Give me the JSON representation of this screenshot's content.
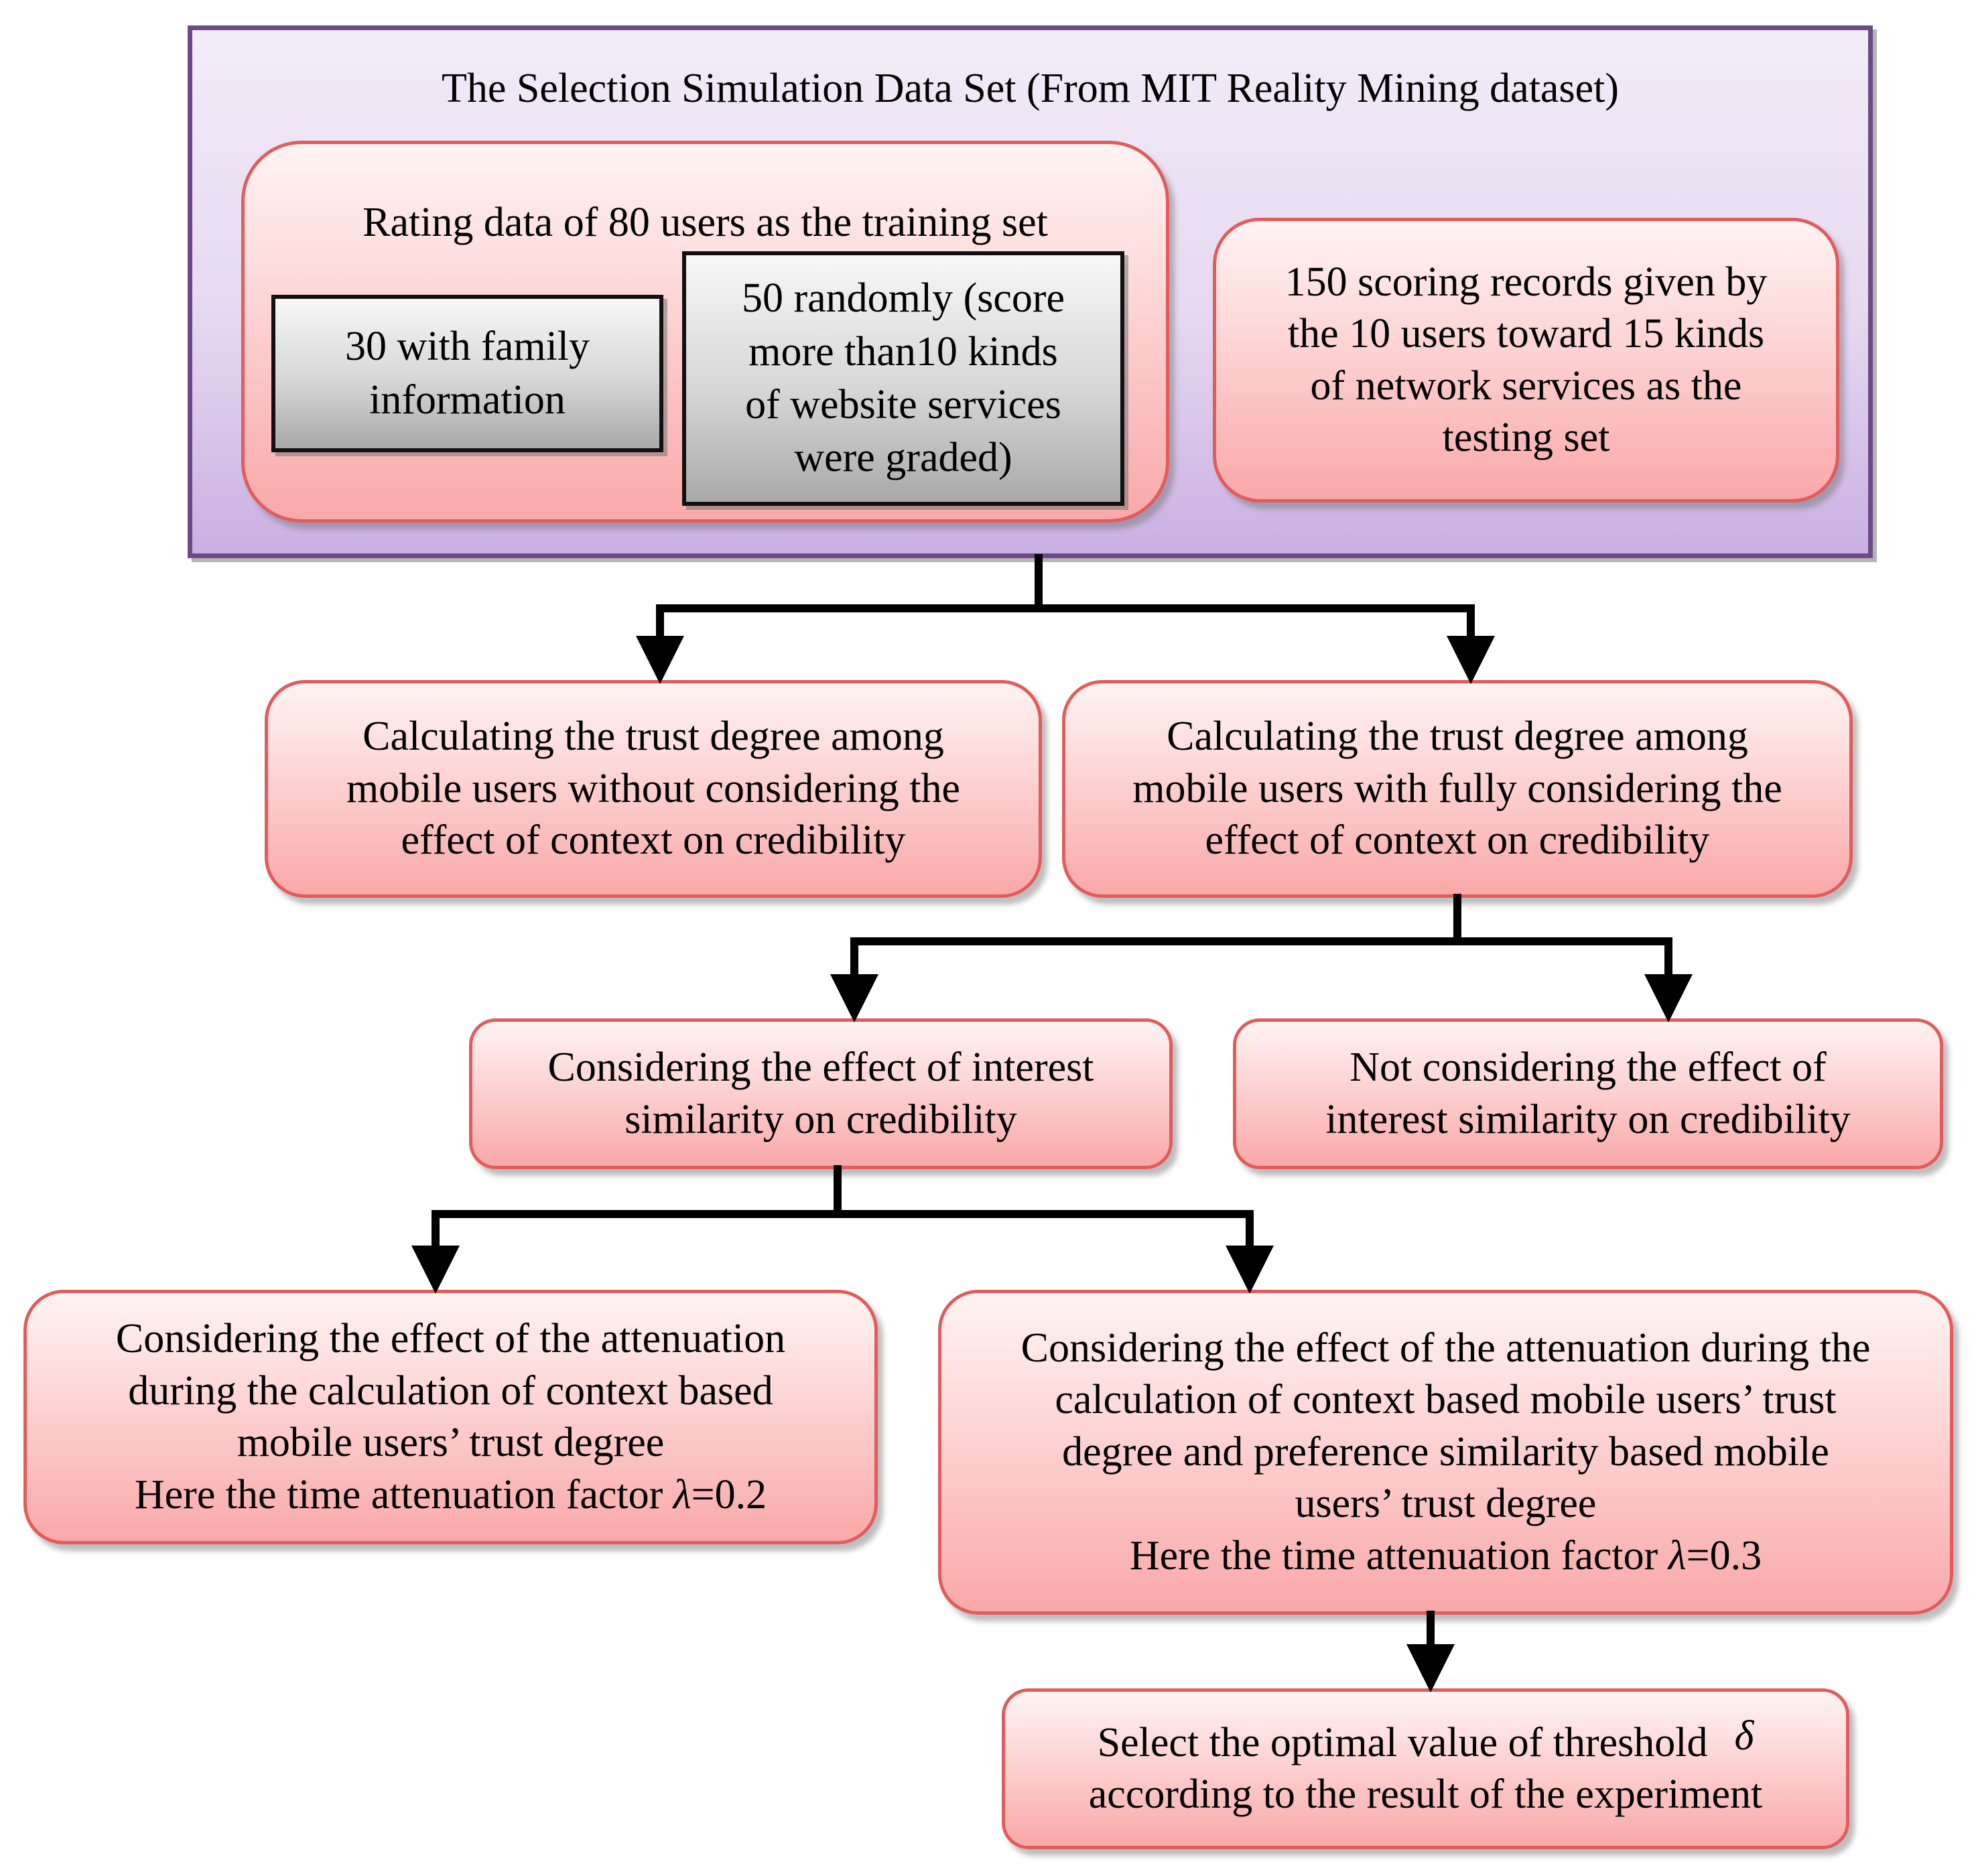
{
  "dataset": {
    "title": "The Selection Simulation Data Set (From MIT Reality Mining dataset)",
    "training": {
      "title": "Rating data of 80 users as the training set",
      "family": [
        "30 with family",
        "information"
      ],
      "random": [
        "50 randomly (score",
        "more than10 kinds",
        "of website services",
        "were graded)"
      ]
    },
    "testing": [
      "150 scoring records given by",
      "the 10 users toward 15 kinds",
      "of network services as the",
      "testing set"
    ]
  },
  "level2": {
    "left": [
      "Calculating the trust degree among",
      "mobile users without considering the",
      "effect of context on credibility"
    ],
    "right": [
      "Calculating the trust degree among",
      "mobile users with fully considering the",
      "effect of context on credibility"
    ]
  },
  "level3": {
    "left": [
      "Considering the effect of interest",
      "similarity on credibility"
    ],
    "right": [
      "Not considering the effect of",
      "interest similarity on credibility"
    ]
  },
  "level4": {
    "left": {
      "lines": [
        "Considering the effect of the attenuation",
        "during the calculation of context based",
        "mobile users’ trust degree"
      ],
      "factor_prefix": "Here the time attenuation factor ",
      "lambda": "λ",
      "factor_value": "=0.2"
    },
    "right": {
      "lines": [
        "Considering the effect of the attenuation during the",
        "calculation of context based mobile users’ trust",
        "degree and preference similarity based mobile",
        "users’ trust degree"
      ],
      "factor_prefix": "Here the time attenuation factor ",
      "lambda": "λ",
      "factor_value": "=0.3"
    }
  },
  "final": {
    "line1": "Select the optimal value of threshold",
    "delta": "δ",
    "line2": "according to the result of the experiment"
  },
  "colors": {
    "outer_border": "#6d4a86",
    "pink_border": "#e15c5c",
    "gray_border": "#111111",
    "arrow": "#000000"
  }
}
